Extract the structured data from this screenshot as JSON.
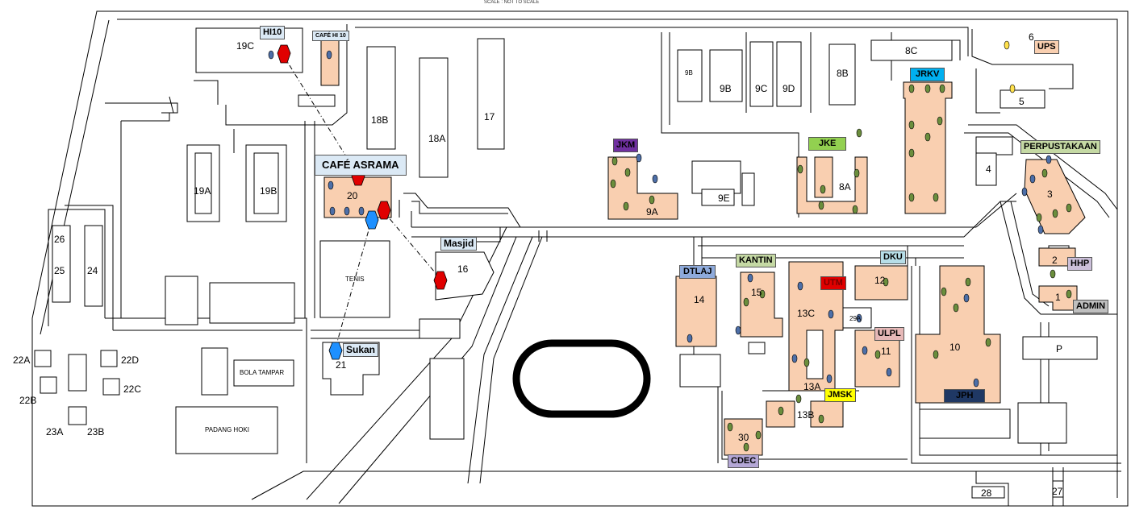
{
  "header_note": "SCALE : NOT TO SCALE",
  "colors": {
    "building_fill": "#f9cfb0",
    "road": "#000000",
    "cctv_red": "#e00000",
    "cctv_blue": "#1e90ff",
    "tag_lightblue": "#dbe9f5",
    "tag_green": "#c5d9a4",
    "tag_purple": "#7030a0",
    "tag_red": "#e00000",
    "tag_navy": "#1f3864",
    "tag_yellow": "#ffff00"
  },
  "buildings": {
    "b1": "1",
    "b2": "2",
    "b3": "3",
    "b4": "4",
    "b5": "5",
    "b6": "6",
    "b8A": "8A",
    "b8B": "8B",
    "b8C": "8C",
    "b9A": "9A",
    "b9B1": "9B",
    "b9B2": "9B",
    "b9C": "9C",
    "b9D": "9D",
    "b9E": "9E",
    "b10": "10",
    "b11": "11",
    "b12": "12",
    "b13A": "13A",
    "b13B": "13B",
    "b13C": "13C",
    "b14": "14",
    "b15": "15",
    "b16": "16",
    "b17": "17",
    "b18A": "18A",
    "b18B": "18B",
    "b19A": "19A",
    "b19B": "19B",
    "b19C": "19C",
    "b20": "20",
    "b21": "21",
    "b22A": "22A",
    "b22B": "22B",
    "b22C": "22C",
    "b22D": "22D",
    "b23A": "23A",
    "b23B": "23B",
    "b24": "24",
    "b25": "25",
    "b26": "26",
    "b27": "27",
    "b28": "28",
    "b29A": "29A",
    "b30": "30",
    "bP": "P"
  },
  "areas": {
    "tenis": "TENIS",
    "bola_tampar": "BOLA TAMPAR",
    "padang_hoki": "PADANG HOKI"
  },
  "tags": {
    "hi10": "HI10",
    "cafe_hi10": "CAFÉ HI 10",
    "cafe_asrama": "CAFÉ ASRAMA",
    "masjid": "Masjid",
    "sukan": "Sukan",
    "jkm": "JKM",
    "jke": "JKE",
    "jrkv": "JRKV",
    "ups": "UPS",
    "perpustakaan": "PERPUSTAKAAN",
    "hhp": "HHP",
    "admin": "ADMIN",
    "dtlaj": "DTLAJ",
    "kantin": "KANTIN",
    "utm": "UTM",
    "dku": "DKU",
    "ulpl": "ULPL",
    "jmsk": "JMSK",
    "jph": "JPH",
    "cdec": "CDEC"
  }
}
